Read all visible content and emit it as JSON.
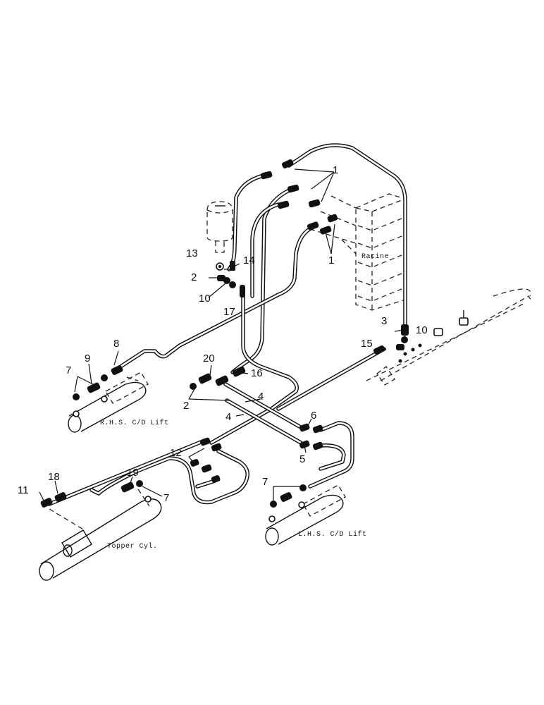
{
  "labels": {
    "racine": "Racine",
    "rhs_lift": "R.H.S. C/D Lift",
    "lhs_lift": "L.H.S. C/D Lift",
    "topper_cyl": "Topper Cyl."
  },
  "callouts": {
    "c1a": "1",
    "c1b": "1",
    "c2a": "2",
    "c2b": "2",
    "c3": "3",
    "c4a": "4",
    "c4b": "4",
    "c5": "5",
    "c6": "6",
    "c7a": "7",
    "c7b": "7",
    "c7c": "7",
    "c8": "8",
    "c9": "9",
    "c10a": "10",
    "c10b": "10",
    "c11": "11",
    "c12": "12",
    "c13": "13",
    "c14": "14",
    "c15": "15",
    "c16": "16",
    "c17": "17",
    "c18": "18",
    "c19": "19",
    "c20": "20"
  },
  "colors": {
    "ink": "#111111",
    "paper": "#ffffff"
  }
}
